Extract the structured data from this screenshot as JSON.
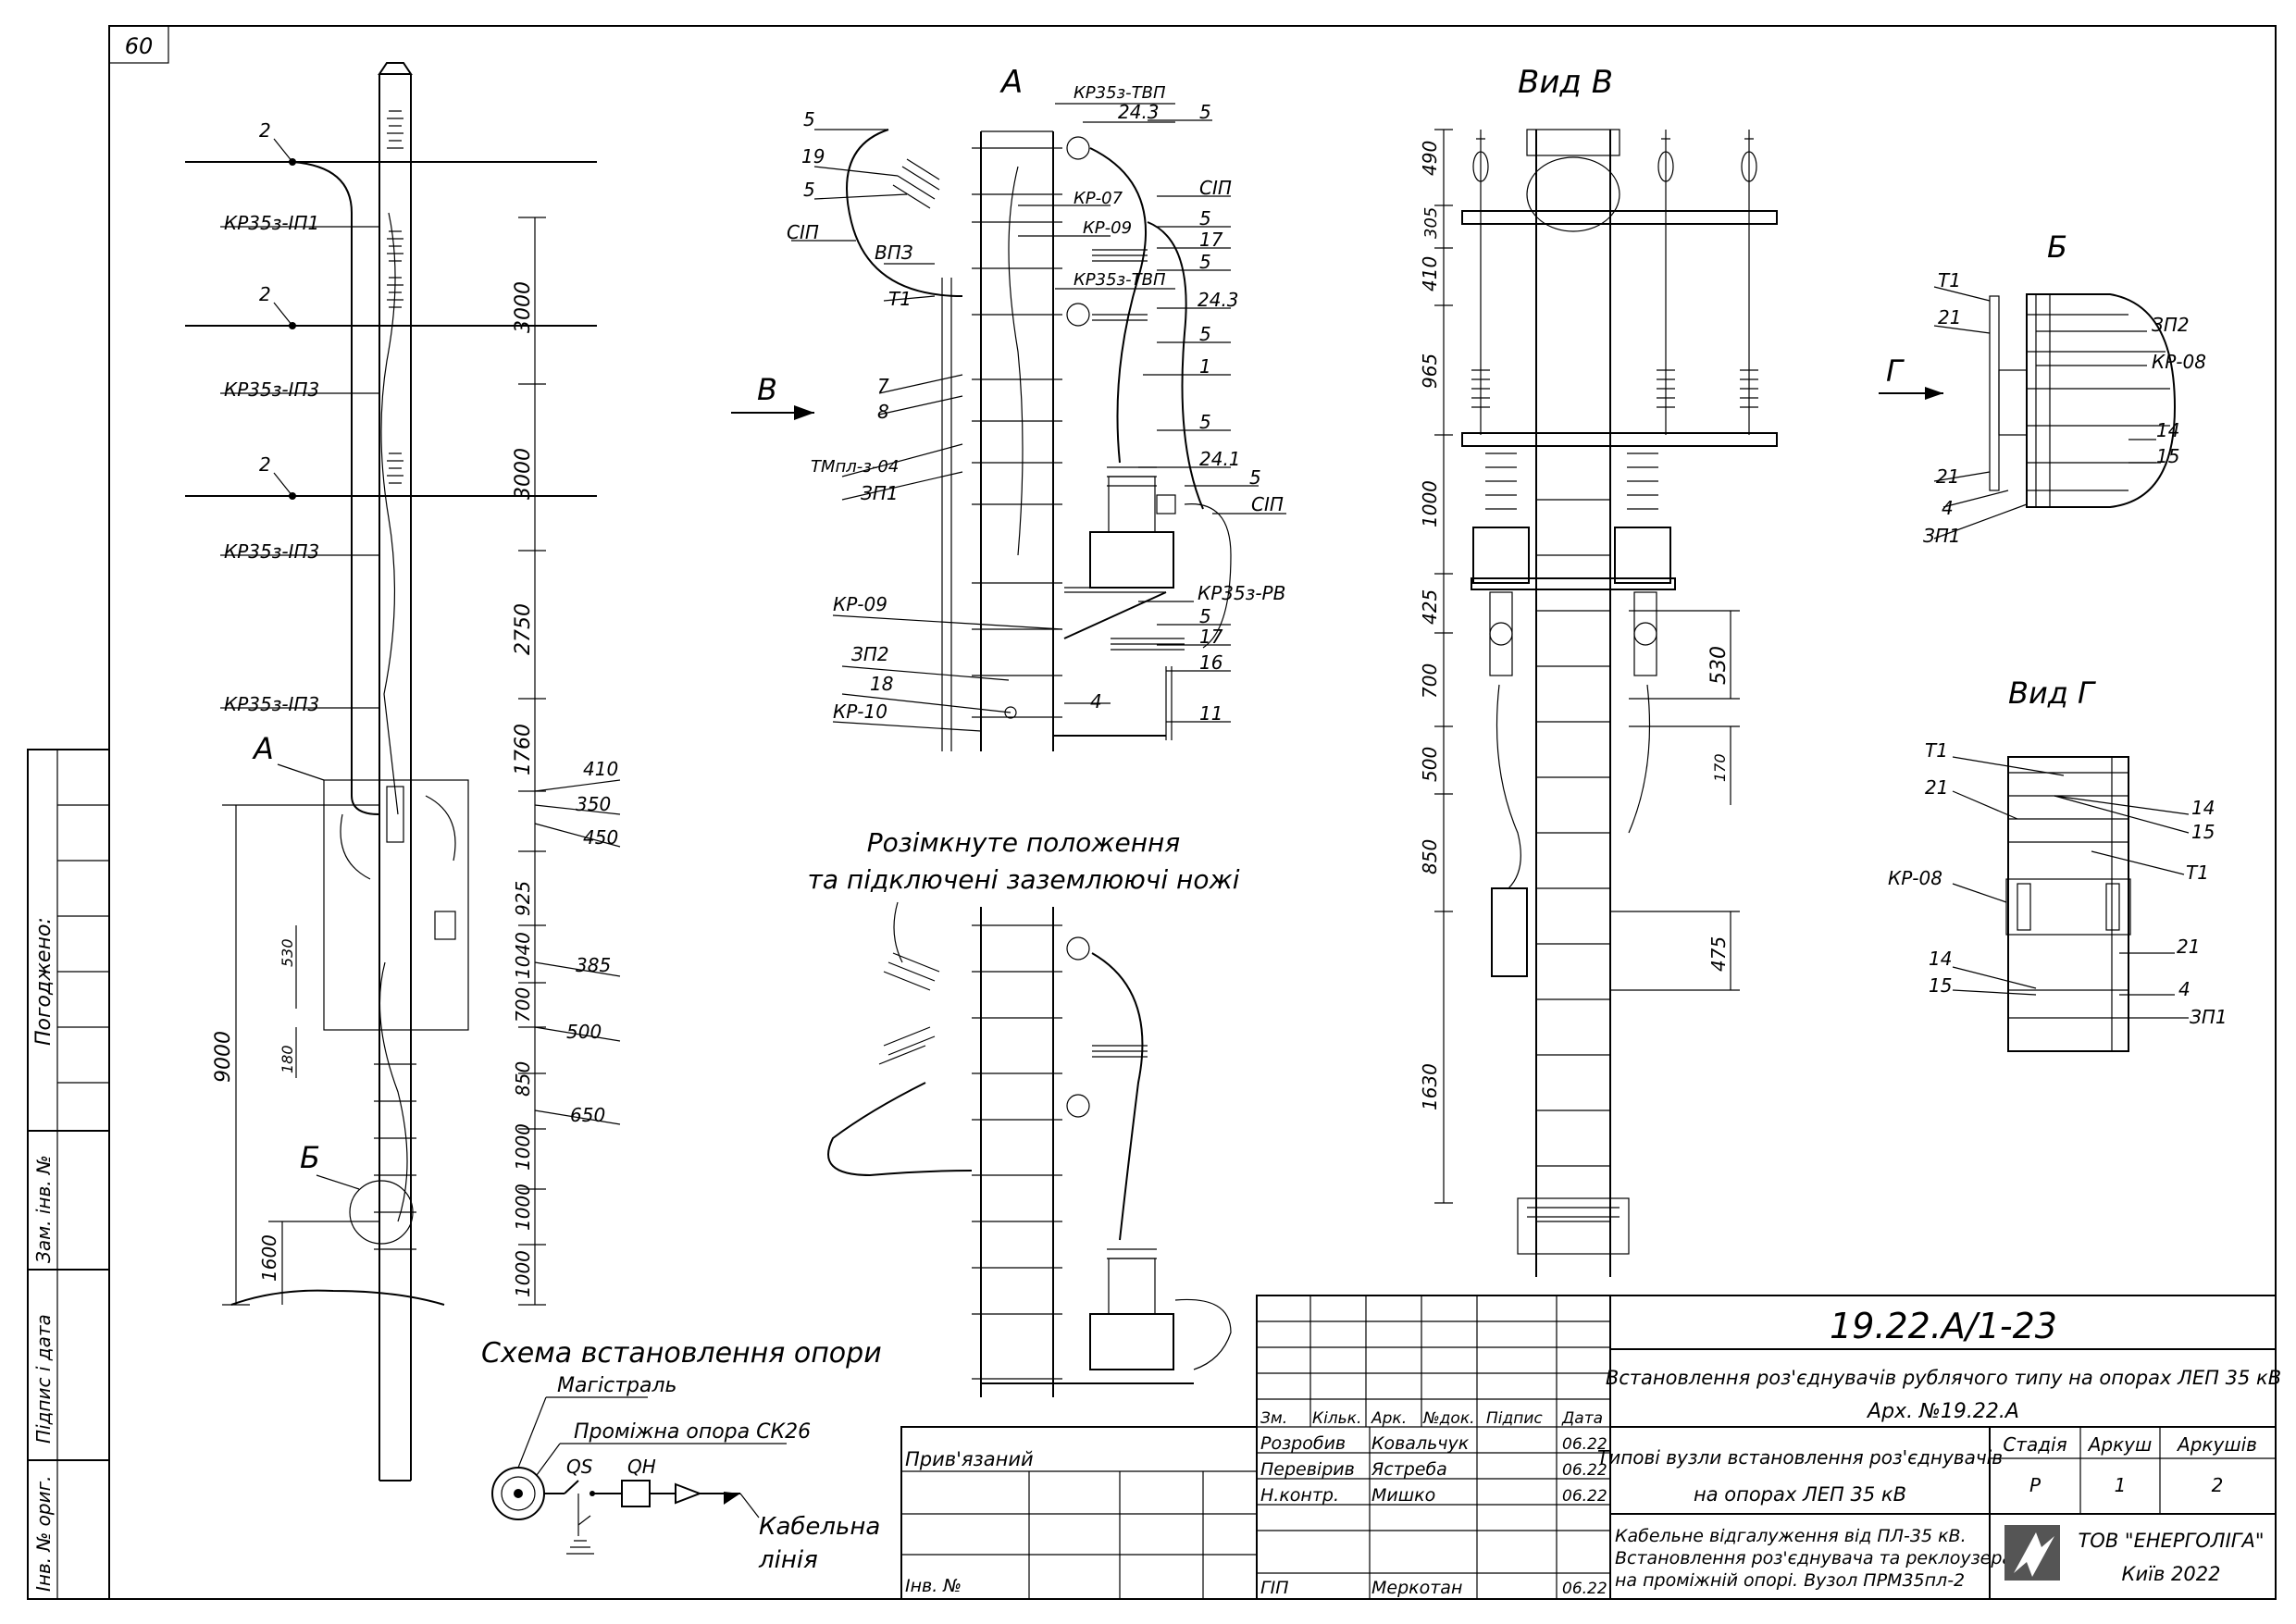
{
  "sheet_number": "60",
  "left_stamp": {
    "approved": "Погоджено:",
    "replacement_inv": "Зам. інв. №",
    "signature_date": "Підпис і дата",
    "original_inv": "Інв. № ориг."
  },
  "pole_view": {
    "marker_2": "2",
    "labels": [
      "КР35з-ІП1",
      "КР35з-ІП3",
      "КР35з-ІП3",
      "КР35з-ІП3"
    ],
    "node_a": "А",
    "node_b": "Б",
    "dims_main": [
      "3000",
      "3000",
      "2750",
      "1760",
      "925",
      "1040",
      "700",
      "850",
      "1000",
      "1000",
      "1000"
    ],
    "dims_right": [
      "410",
      "350",
      "450",
      "385",
      "500",
      "650"
    ],
    "dims_left": [
      "9000",
      "530",
      "180",
      "1600"
    ]
  },
  "detail_a": {
    "title": "А",
    "arrow_v": "В",
    "labels_left": [
      "5",
      "19",
      "5",
      "СІП",
      "ВПЗ",
      "Т1",
      "7",
      "8",
      "ТМпл-з-04",
      "ЗП1",
      "КР-09",
      "ЗП2",
      "18",
      "КР-10"
    ],
    "labels_right": [
      "КР35з-ТВП",
      "24.3",
      "5",
      "КР-07",
      "СІП",
      "КР-09",
      "5",
      "17",
      "5",
      "КР35з-ТВП",
      "24.3",
      "5",
      "1",
      "5",
      "24.1",
      "5",
      "СІП",
      "КР35з-РВ",
      "5",
      "17",
      "16",
      "4",
      "11"
    ]
  },
  "open_position": {
    "line1": "Розімкнуте положення",
    "line2": "та підключені заземлюючі ножі"
  },
  "view_b": {
    "title": "Вид В",
    "dims_left": [
      "490",
      "305",
      "410",
      "965",
      "1000",
      "425",
      "700",
      "500",
      "850",
      "1630"
    ],
    "dims_right": [
      "530",
      "170",
      "475"
    ]
  },
  "detail_b": {
    "title": "Б",
    "arrow_g": "Г",
    "labels": [
      "Т1",
      "21",
      "ЗП2",
      "КР-08",
      "14",
      "15",
      "21",
      "4",
      "ЗП1"
    ]
  },
  "view_g": {
    "title": "Вид Г",
    "labels": [
      "Т1",
      "21",
      "14",
      "15",
      "Т1",
      "КР-08",
      "21",
      "14",
      "15",
      "4",
      "ЗП1"
    ]
  },
  "scheme": {
    "title": "Схема встановлення опори",
    "main_line": "Магістраль",
    "intermediate_pole": "Проміжна опора СК26",
    "qs": "QS",
    "qh": "QH",
    "cable_line_1": "Кабельна",
    "cable_line_2": "лінія"
  },
  "title_block": {
    "doc_code": "19.22.А/1-23",
    "project_title": "Встановлення роз'єднувачів рублячого типу на опорах ЛЕП 35 кВ",
    "archive": "Арх. №19.22.А",
    "bound": "Прив'язаний",
    "inv_no": "Інв. №",
    "col_headers": [
      "Зм.",
      "Кільк.",
      "Арк.",
      "№док.",
      "Підпис",
      "Дата"
    ],
    "staff": [
      {
        "role": "Розробив",
        "name": "Ковальчук",
        "date": "06.22"
      },
      {
        "role": "Перевірив",
        "name": "Ястреба",
        "date": "06.22"
      },
      {
        "role": "Н.контр.",
        "name": "Мишко",
        "date": "06.22"
      },
      {
        "role": "ГІП",
        "name": "Меркотан",
        "date": "06.22"
      }
    ],
    "section_title_1": "Типові вузли встановлення роз'єднувачів",
    "section_title_2": "на опорах ЛЕП 35 кВ",
    "stage_header": "Стадія",
    "sheet_header": "Аркуш",
    "sheets_header": "Аркушів",
    "stage": "Р",
    "sheet": "1",
    "sheets": "2",
    "sheet_desc_1": "Кабельне відгалуження від ПЛ-35 кВ.",
    "sheet_desc_2": "Встановлення роз'єднувача та реклоузера",
    "sheet_desc_3": "на проміжній опорі. Вузол ПРМ35пл-2",
    "company": "ТОВ \"ЕНЕРГОЛІГА\"",
    "city_year": "Київ 2022"
  }
}
